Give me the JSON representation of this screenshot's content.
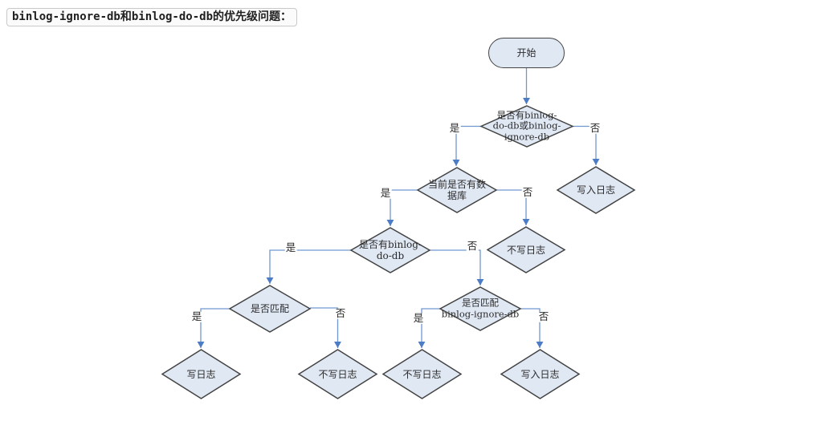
{
  "title": "binlog-ignore-db和binlog-do-db的优先级问题：",
  "colors": {
    "node_fill": "#e0e8f4",
    "node_border": "#434343",
    "connector": "#6f97cf",
    "arrow": "#4d7cc7"
  },
  "nodes": {
    "start": {
      "label": "开始",
      "type": "terminator"
    },
    "has_binlog_rules": {
      "label": "是否有binlog-\ndo-db或binlog-\nignore-db",
      "type": "decision"
    },
    "has_current_db": {
      "label": "当前是否有数\n据库",
      "type": "decision"
    },
    "write_log_top": {
      "label": "写入日志",
      "type": "decision"
    },
    "has_do_db": {
      "label": "是否有binlog-\ndo-db",
      "type": "decision"
    },
    "no_log_mid": {
      "label": "不写日志",
      "type": "decision"
    },
    "match_do_db": {
      "label": "是否匹配",
      "type": "decision"
    },
    "match_ignore_db": {
      "label": "是否匹配\nbinlog-ignore-db",
      "type": "decision"
    },
    "write_log_a": {
      "label": "写日志",
      "type": "decision"
    },
    "no_log_b": {
      "label": "不写日志",
      "type": "decision"
    },
    "no_log_c": {
      "label": "不写日志",
      "type": "decision"
    },
    "write_log_d": {
      "label": "写入日志",
      "type": "decision"
    }
  },
  "edge_labels": {
    "yes": "是",
    "no": "否"
  }
}
